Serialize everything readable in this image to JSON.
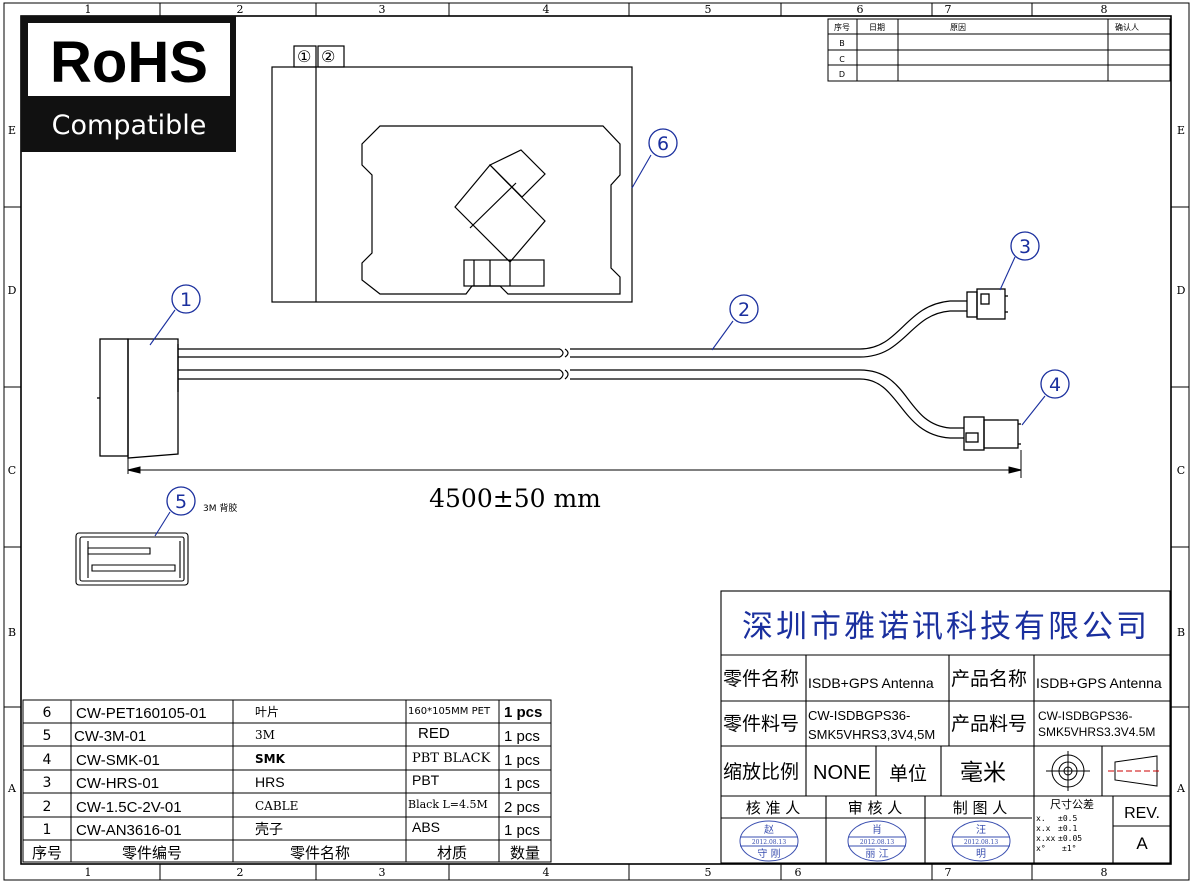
{
  "border": {
    "columns": [
      "1",
      "2",
      "3",
      "4",
      "5",
      "6",
      "7",
      "8"
    ],
    "rows": [
      "E",
      "D",
      "C",
      "B",
      "A"
    ]
  },
  "rohs": {
    "title": "RoHS",
    "subtitle": "Compatible"
  },
  "revision_table": {
    "headers": [
      "序号",
      "日期",
      "原因",
      "确认人"
    ],
    "rows": [
      "B",
      "C",
      "D"
    ]
  },
  "pet_box": {
    "marks": [
      "①",
      "②"
    ]
  },
  "callouts": [
    "1",
    "2",
    "3",
    "4",
    "5",
    "6"
  ],
  "tape_note": "3M 背胶",
  "dimension": "4500±50 mm",
  "title_block": {
    "company": "深圳市雅诺讯科技有限公司",
    "part_name_label": "零件名称",
    "part_name": "ISDB+GPS Antenna",
    "product_name_label": "产品名称",
    "product_name": "ISDB+GPS Antenna",
    "part_no_label": "零件料号",
    "part_no": [
      "CW-ISDBGPS36-",
      "SMK5VHRS3,3V4,5M"
    ],
    "product_no_label": "产品料号",
    "product_no": [
      "CW-ISDBGPS36-",
      "SMK5VHRS3.3V4.5M"
    ],
    "scale_label": "缩放比例",
    "scale": "NONE",
    "unit_label": "单位",
    "unit": "毫米",
    "checker_label": "核 准 人",
    "reviewer_label": "审 核 人",
    "drawer_label": "制 图 人",
    "tolerance_label": "尺寸公差",
    "tolerances": [
      [
        "x.",
        "±0.5"
      ],
      [
        "x.x",
        "±0.1"
      ],
      [
        "x.xx",
        "±0.05"
      ],
      [
        "x°",
        "±1°"
      ]
    ],
    "rev_label": "REV.",
    "rev": "A",
    "stamps": [
      {
        "top": "赵",
        "date": "2012.08.13",
        "bottom": "守 刚"
      },
      {
        "top": "肖",
        "date": "2012.08.13",
        "bottom": "丽 江"
      },
      {
        "top": "汪",
        "date": "2012.08.13",
        "bottom": "明"
      }
    ]
  },
  "bom": {
    "headers": [
      "序号",
      "零件编号",
      "零件名称",
      "材质",
      "数量"
    ],
    "rows": [
      {
        "no": "6",
        "code": "CW-PET160105-01",
        "name": "叶片",
        "material": "160*105MM PET",
        "qty": "1 pcs"
      },
      {
        "no": "5",
        "code": "CW-3M-01",
        "name": "3M",
        "material": "RED",
        "qty": "1 pcs"
      },
      {
        "no": "4",
        "code": "CW-SMK-01",
        "name": "SMK",
        "material": "PBT BLACK",
        "qty": "1 pcs"
      },
      {
        "no": "3",
        "code": "CW-HRS-01",
        "name": "HRS",
        "material": "PBT",
        "qty": "1 pcs"
      },
      {
        "no": "2",
        "code": "CW-1.5C-2V-01",
        "name": "CABLE",
        "material": "Black L=4.5M",
        "qty": "2 pcs"
      },
      {
        "no": "1",
        "code": "CW-AN3616-01",
        "name": "壳子",
        "material": "ABS",
        "qty": "1 pcs"
      }
    ]
  },
  "colors": {
    "ink": "#000000",
    "callout": "#1a2f9e",
    "stamp": "#3a4fb0",
    "rohs_bg": "#111111"
  }
}
